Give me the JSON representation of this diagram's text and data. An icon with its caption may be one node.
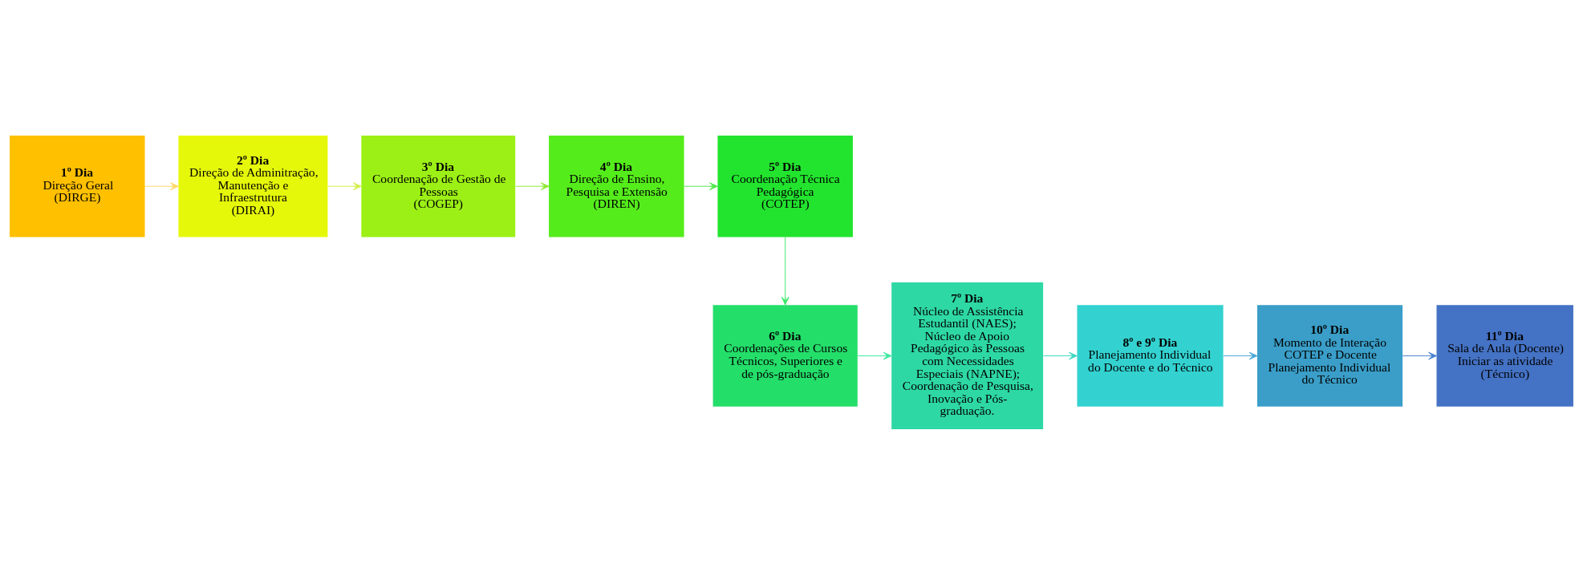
{
  "diagram": {
    "nodes": [
      {
        "text": [
          "1º Dia",
          "Direção Geral",
          "(DIRGE)"
        ]
      },
      {
        "text": [
          "2º Dia",
          "Direção de Adminitração, Manutenção e Infraestrutura",
          "(DIRAI)"
        ]
      },
      {
        "text": [
          "3º Dia",
          "Coordenação de Gestão de Pessoas",
          "(COGEP)"
        ]
      },
      {
        "text": [
          "4º Dia",
          "Direção de Ensino, Pesquisa e Extensão",
          "(DIREN)"
        ]
      },
      {
        "text": [
          "5º Dia",
          "Coordenação Técnica Pedagógica",
          "(COTEP)"
        ]
      },
      {
        "text": [
          "6º Dia",
          "Coordenações de Cursos Técnicos, Superiores e de pós-graduação"
        ]
      },
      {
        "text": [
          "7º Dia",
          "Núcleo de Assistência Estudantil (NAES);",
          "Núcleo de Apoio Pedagógico às Pessoas com Necessidades Especiais (NAPNE);",
          "Coordenação de Pesquisa, Inovação e Pós-graduação."
        ]
      },
      {
        "text": [
          "8º e 9º Dia",
          "Planejamento Individual do Docente e do Técnico"
        ]
      },
      {
        "text": [
          "10º Dia",
          "Momento de Interação COTEP e Docente",
          "Planejamento Individual do Técnico"
        ]
      },
      {
        "text": [
          "11º Dia",
          "Sala de Aula (Docente)",
          "Iniciar as atividade (Técnico)"
        ]
      }
    ],
    "edges": [
      {
        "from": 0,
        "to": 1,
        "arrow": "to",
        "color": "#ffd966"
      },
      {
        "from": 1,
        "to": 2,
        "arrow": "to",
        "color": "#d4ef4a"
      },
      {
        "from": 2,
        "to": 3,
        "arrow": "to",
        "color": "#8fe83a"
      },
      {
        "from": 3,
        "to": 4,
        "arrow": "to",
        "color": "#4ee84a"
      },
      {
        "from": 4,
        "to": 5,
        "arrow": "to",
        "color": "#3ee86a"
      },
      {
        "from": 5,
        "to": 6,
        "arrow": "to",
        "color": "#3ee8a0"
      },
      {
        "from": 6,
        "to": 7,
        "arrow": "to",
        "color": "#3dd8c0"
      },
      {
        "from": 7,
        "to": 8,
        "arrow": "to",
        "color": "#4aa8d8"
      },
      {
        "from": 8,
        "to": 9,
        "arrow": "to",
        "color": "#4a80d0"
      }
    ]
  }
}
